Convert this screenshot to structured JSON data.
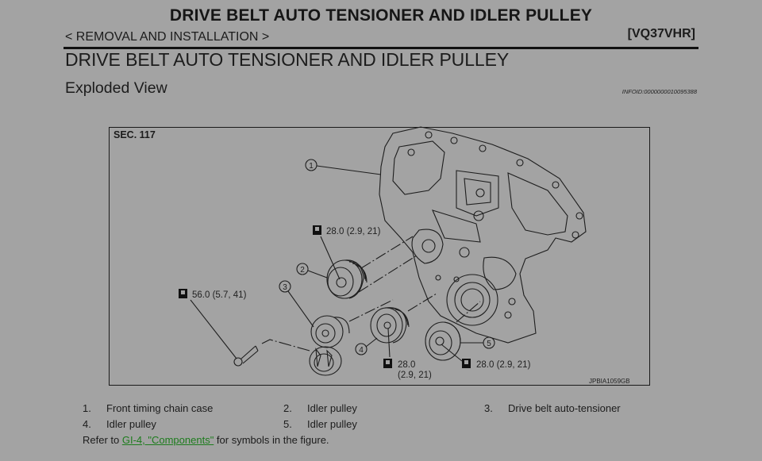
{
  "header": {
    "top_title": "DRIVE BELT AUTO TENSIONER AND IDLER PULLEY",
    "breadcrumb": "< REMOVAL AND INSTALLATION >",
    "engine_code": "[VQ37VHR]",
    "page_title": "DRIVE BELT AUTO TENSIONER AND IDLER PULLEY",
    "section_title": "Exploded View",
    "info_id": "INFOID:0000000010095388"
  },
  "figure": {
    "section": "SEC. 117",
    "figure_code": "JPBIA1059GB",
    "callouts": [
      "1",
      "2",
      "3",
      "4",
      "5"
    ],
    "torque_specs": {
      "idler_2": "28.0 (2.9, 21)",
      "bolt_3": "56.0 (5.7, 41)",
      "idler_4_line1": "28.0",
      "idler_4_line2": "(2.9, 21)",
      "idler_5": "28.0 (2.9, 21)"
    },
    "icons": {
      "torque": "torque-wrench-symbol",
      "callout": "circled-number"
    }
  },
  "legend": {
    "items": [
      {
        "num": "1.",
        "label": "Front timing chain case"
      },
      {
        "num": "2.",
        "label": "Idler pulley"
      },
      {
        "num": "3.",
        "label": "Drive belt auto-tensioner"
      },
      {
        "num": "4.",
        "label": "Idler pulley"
      },
      {
        "num": "5.",
        "label": "Idler pulley"
      }
    ],
    "refer_prefix": "Refer to ",
    "refer_link": "GI-4, \"Components\"",
    "refer_suffix": " for symbols in the figure.",
    "link_color": "#1d7c1d"
  }
}
